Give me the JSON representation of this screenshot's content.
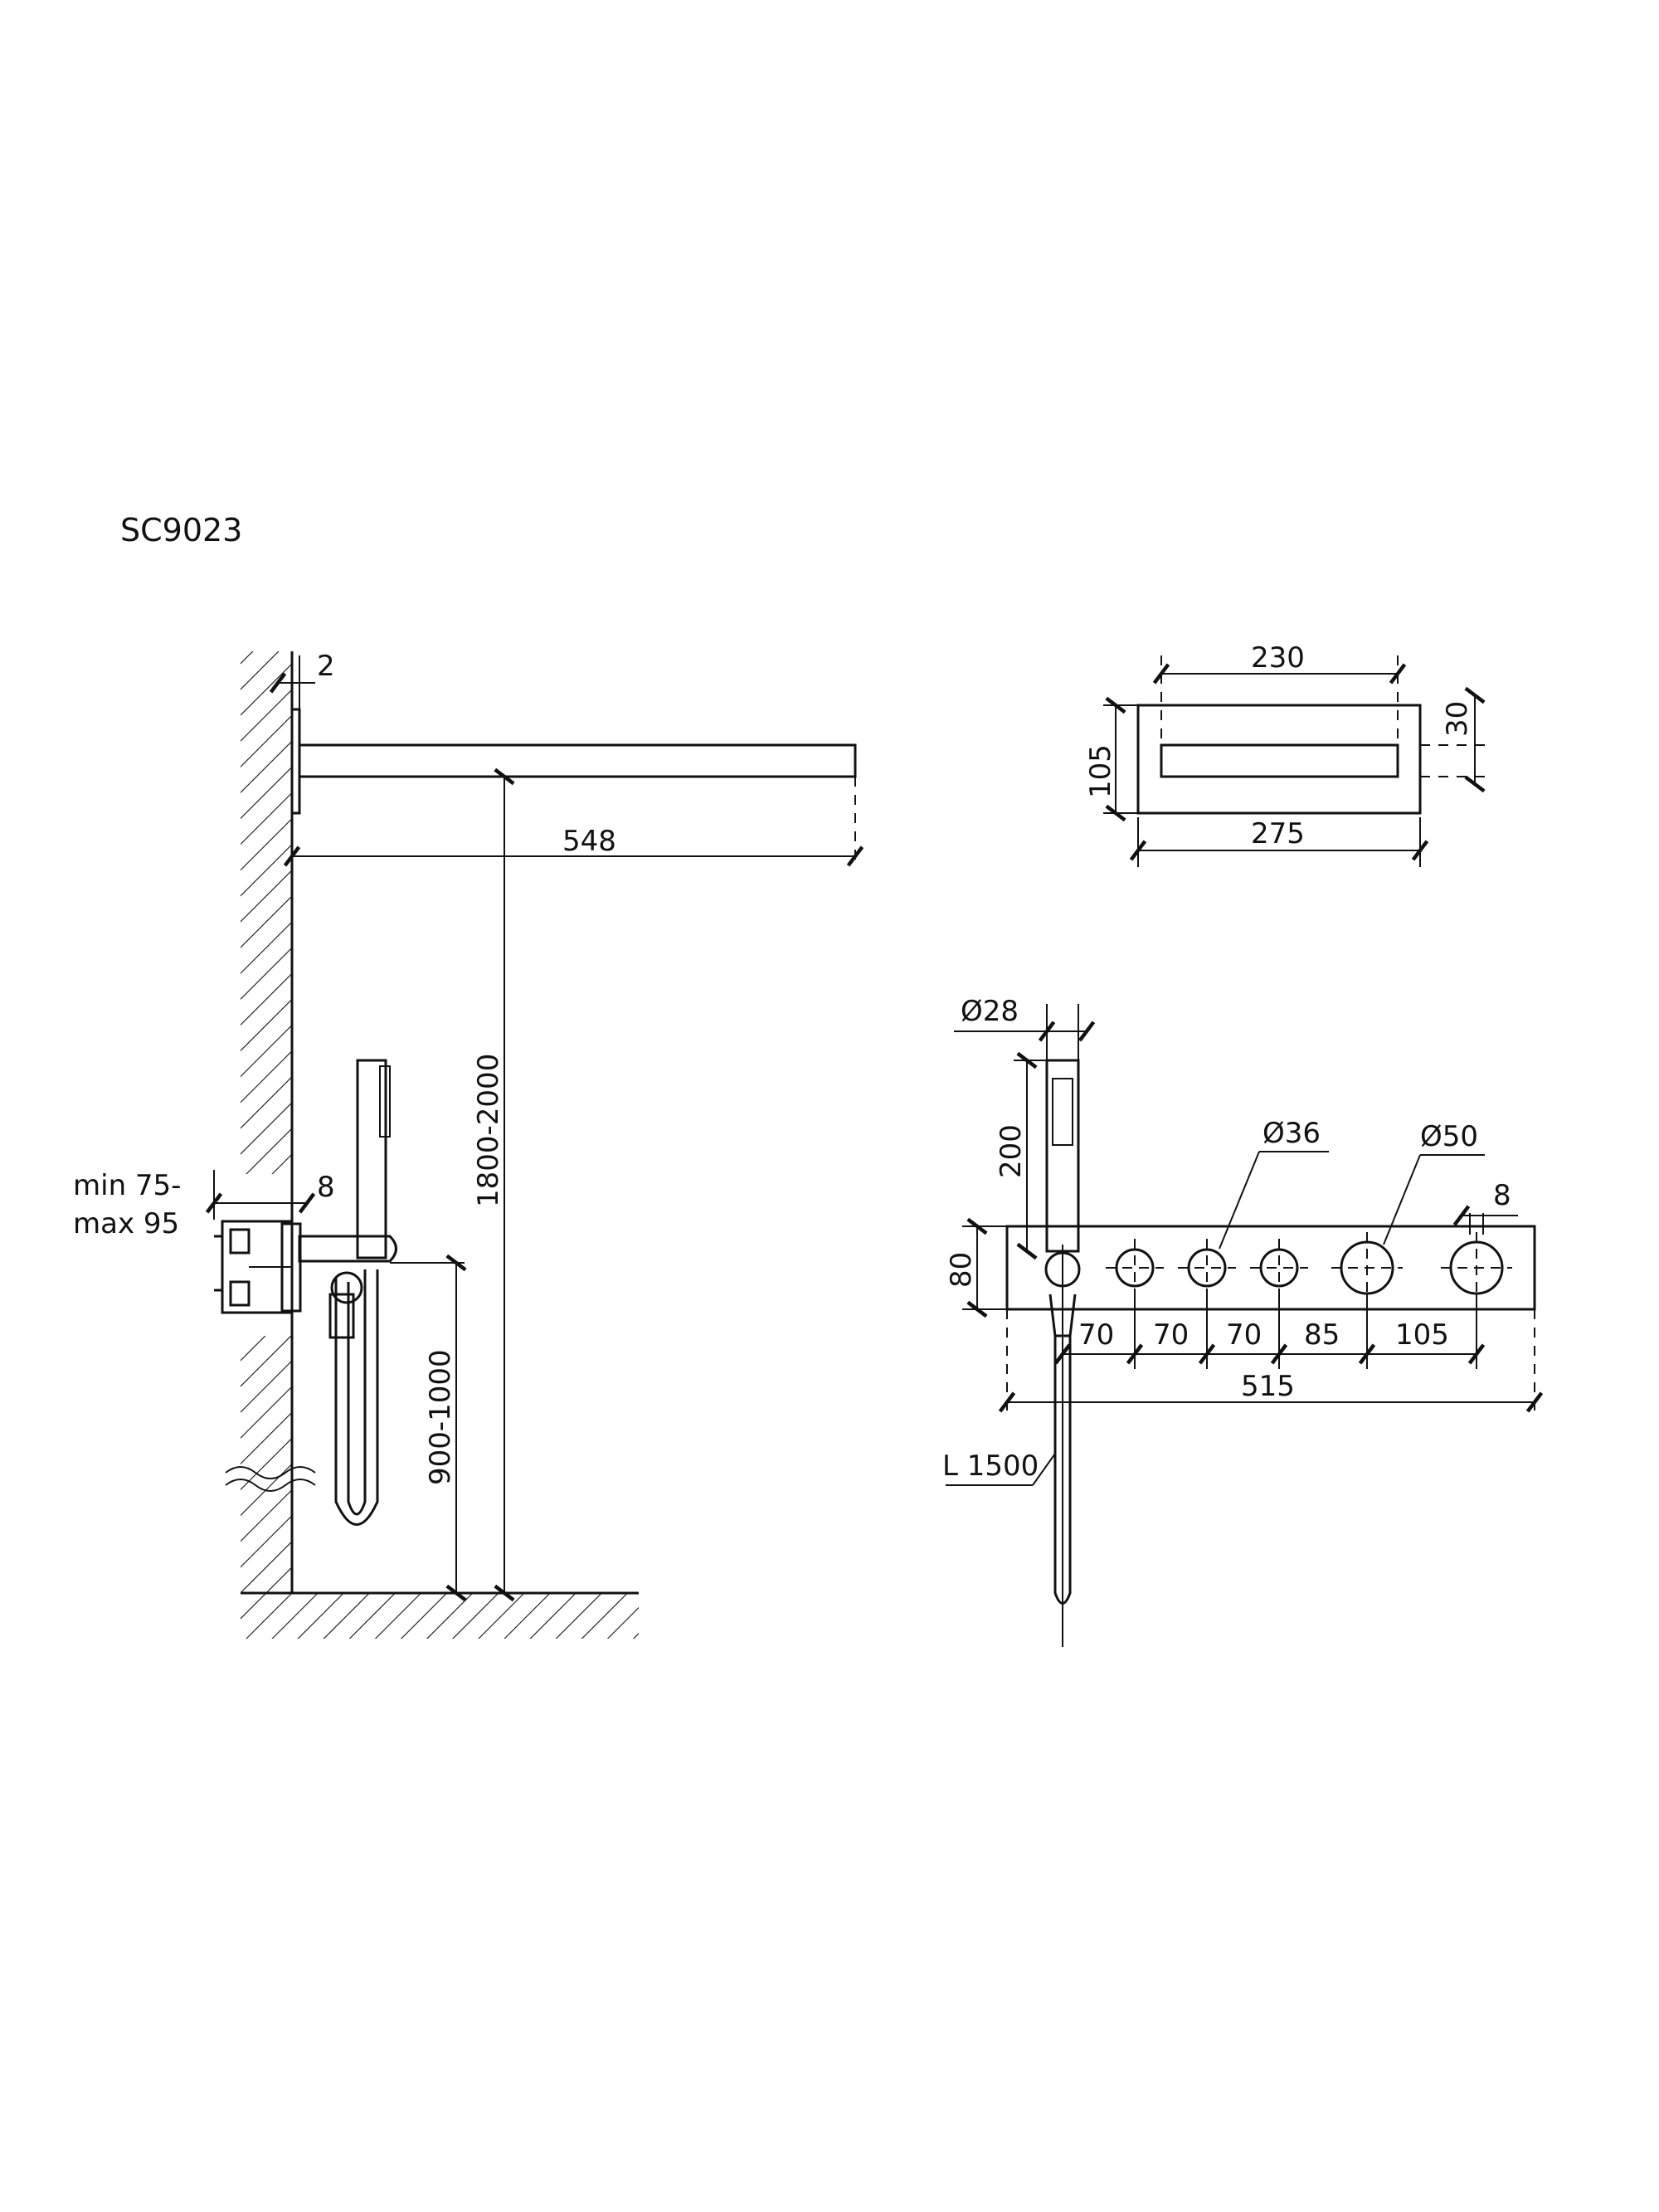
{
  "title": "SC9023",
  "dims": {
    "wall_plate": "2",
    "arm_length": "548",
    "shower_height": "1800-2000",
    "depth_line1": "min 75-",
    "depth_line2": "max 95",
    "mixer_offset": "8",
    "hand_height": "900-1000",
    "head_inner_width": "230",
    "head_outer_width": "275",
    "head_depth": "105",
    "head_slot": "30",
    "hand_diameter": "Ø28",
    "hand_length": "200",
    "knob_small": "Ø36",
    "knob_large": "Ø50",
    "knob_projection": "8",
    "plate_height": "80",
    "spacing_1": "70",
    "spacing_2": "70",
    "spacing_3": "70",
    "spacing_4": "85",
    "spacing_5": "105",
    "plate_width": "515",
    "hose_length": "L 1500"
  }
}
